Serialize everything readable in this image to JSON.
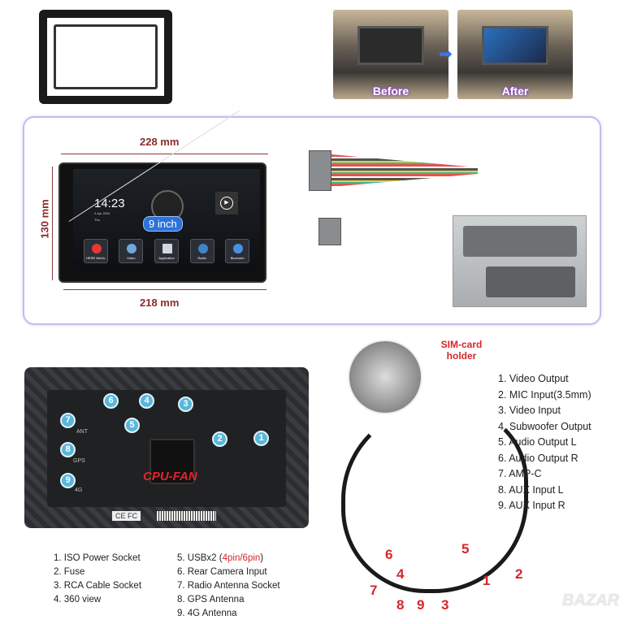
{
  "top_photos": {
    "before_label": "Before",
    "after_label": "After"
  },
  "dimensions": {
    "width_top": "228 mm",
    "width_bottom": "218 mm",
    "height": "130 mm"
  },
  "screen": {
    "time": "14:23",
    "date": "4 Apr 2024",
    "day": "Thu",
    "size_badge": "9 inch",
    "apps": [
      {
        "label": "HERE WeGo",
        "color": "#e53935"
      },
      {
        "label": "Video",
        "color": "#6fa8dc"
      },
      {
        "label": "Application",
        "color": "#cfd8dc"
      },
      {
        "label": "Radio",
        "color": "#3d85c6"
      },
      {
        "label": "Bluetooth",
        "color": "#4a90e2"
      }
    ]
  },
  "back_panel": {
    "callouts": [
      "1",
      "2",
      "3",
      "4",
      "5",
      "6",
      "7",
      "8",
      "9"
    ],
    "ant_label": "ANT",
    "gps_label": "GPS",
    "g4_label": "4G",
    "fan_label": "CPU-FAN",
    "cert": "CE FC"
  },
  "sim_label": "SIM-card holder",
  "cable_list": [
    "1. Video Output",
    "2. MIC Input(3.5mm)",
    "3. Video Input",
    "4. Subwoofer Output",
    "5. Audio Output L",
    "6. Audio Output  R",
    "7. AMP-C",
    "8. AUX Input L",
    "9. AUX Input R"
  ],
  "cable_numbers": [
    "6",
    "5",
    "1",
    "2",
    "4",
    "7",
    "8",
    "9",
    "3"
  ],
  "socket_list_left": [
    "1. ISO Power Socket",
    "2. Fuse",
    "3. RCA Cable Socket",
    "4. 360 view"
  ],
  "socket_list_right": {
    "item5_prefix": "5. USBx2 (",
    "item5_highlight": "4pin/6pin",
    "item5_suffix": ")",
    "items": [
      "6. Rear Camera Input",
      "7. Radio Antenna Socket",
      "8. GPS Antenna",
      "9. 4G Antenna"
    ]
  },
  "watermark": "BAZAR"
}
